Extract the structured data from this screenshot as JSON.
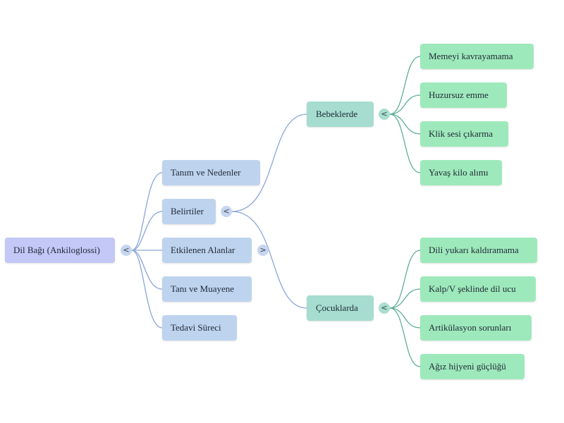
{
  "root": {
    "label": "Dil Bağı (Ankiloglossi)",
    "toggle": "<"
  },
  "branches": [
    {
      "label": "Tanım ve Nedenler"
    },
    {
      "label": "Belirtiler",
      "toggle": "<"
    },
    {
      "label": "Etkilenen Alanlar",
      "toggle": ">"
    },
    {
      "label": "Tanı ve Muayene"
    },
    {
      "label": "Tedavi Süreci"
    }
  ],
  "symptom_groups": [
    {
      "label": "Bebeklerde",
      "toggle": "<",
      "items": [
        "Memeyi kavrayamama",
        "Huzursuz emme",
        "Klik sesi çıkarma",
        "Yavaş kilo alımı"
      ]
    },
    {
      "label": "Çocuklarda",
      "toggle": "<",
      "items": [
        "Dili yukarı kaldıramama",
        "Kalp/V şeklinde dil ucu",
        "Artikülasyon sorunları",
        "Ağız hijyeni güçlüğü"
      ]
    }
  ],
  "colors": {
    "root": "#c3c8f7",
    "branch": "#bed3ee",
    "group": "#a6ddd0",
    "leaf": "#9ee9bb",
    "link_blue": "#8aa6d8",
    "link_green": "#5fae9a"
  }
}
